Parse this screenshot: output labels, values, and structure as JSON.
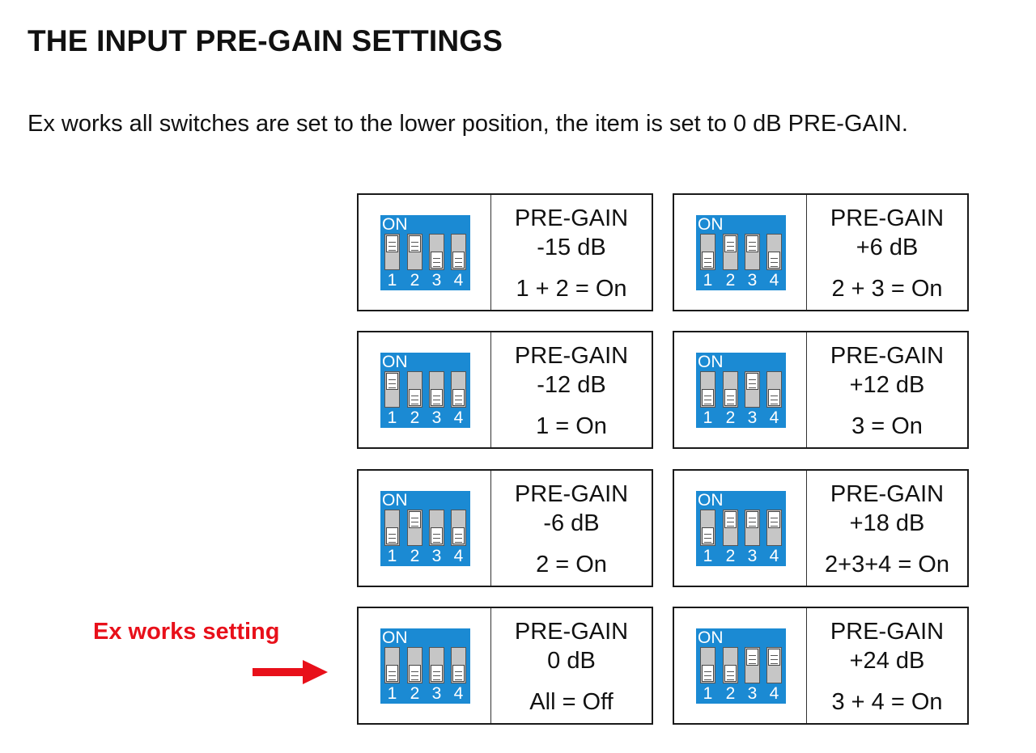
{
  "page": {
    "title": "THE INPUT PRE-GAIN SETTINGS",
    "intro": "Ex works all switches are set to the lower position, the item is set to 0 dB PRE-GAIN.",
    "exworks_label": "Ex works setting"
  },
  "colors": {
    "dip_blue": "#1b8ad3",
    "accent_red": "#e8101a"
  },
  "icons": {
    "pointer": "arrow-right-icon"
  },
  "cards": [
    {
      "dip_on_label": "ON",
      "switches": [
        true,
        true,
        false,
        false
      ],
      "numbers": [
        "1",
        "2",
        "3",
        "4"
      ],
      "line1": "PRE-GAIN",
      "line2": "-15 dB",
      "line3": "1 + 2 = On"
    },
    {
      "dip_on_label": "ON",
      "switches": [
        false,
        true,
        true,
        false
      ],
      "numbers": [
        "1",
        "2",
        "3",
        "4"
      ],
      "line1": "PRE-GAIN",
      "line2": "+6 dB",
      "line3": "2 + 3 = On"
    },
    {
      "dip_on_label": "ON",
      "switches": [
        true,
        false,
        false,
        false
      ],
      "numbers": [
        "1",
        "2",
        "3",
        "4"
      ],
      "line1": "PRE-GAIN",
      "line2": "-12 dB",
      "line3": "1 = On"
    },
    {
      "dip_on_label": "ON",
      "switches": [
        false,
        false,
        true,
        false
      ],
      "numbers": [
        "1",
        "2",
        "3",
        "4"
      ],
      "line1": "PRE-GAIN",
      "line2": "+12 dB",
      "line3": "3 = On"
    },
    {
      "dip_on_label": "ON",
      "switches": [
        false,
        true,
        false,
        false
      ],
      "numbers": [
        "1",
        "2",
        "3",
        "4"
      ],
      "line1": "PRE-GAIN",
      "line2": "-6 dB",
      "line3": "2 = On"
    },
    {
      "dip_on_label": "ON",
      "switches": [
        false,
        true,
        true,
        true
      ],
      "numbers": [
        "1",
        "2",
        "3",
        "4"
      ],
      "line1": "PRE-GAIN",
      "line2": "+18 dB",
      "line3": "2+3+4 = On"
    },
    {
      "dip_on_label": "ON",
      "switches": [
        false,
        false,
        false,
        false
      ],
      "numbers": [
        "1",
        "2",
        "3",
        "4"
      ],
      "line1": "PRE-GAIN",
      "line2": "0 dB",
      "line3": "All = Off"
    },
    {
      "dip_on_label": "ON",
      "switches": [
        false,
        false,
        true,
        true
      ],
      "numbers": [
        "1",
        "2",
        "3",
        "4"
      ],
      "line1": "PRE-GAIN",
      "line2": "+24 dB",
      "line3": "3 + 4 = On"
    }
  ]
}
